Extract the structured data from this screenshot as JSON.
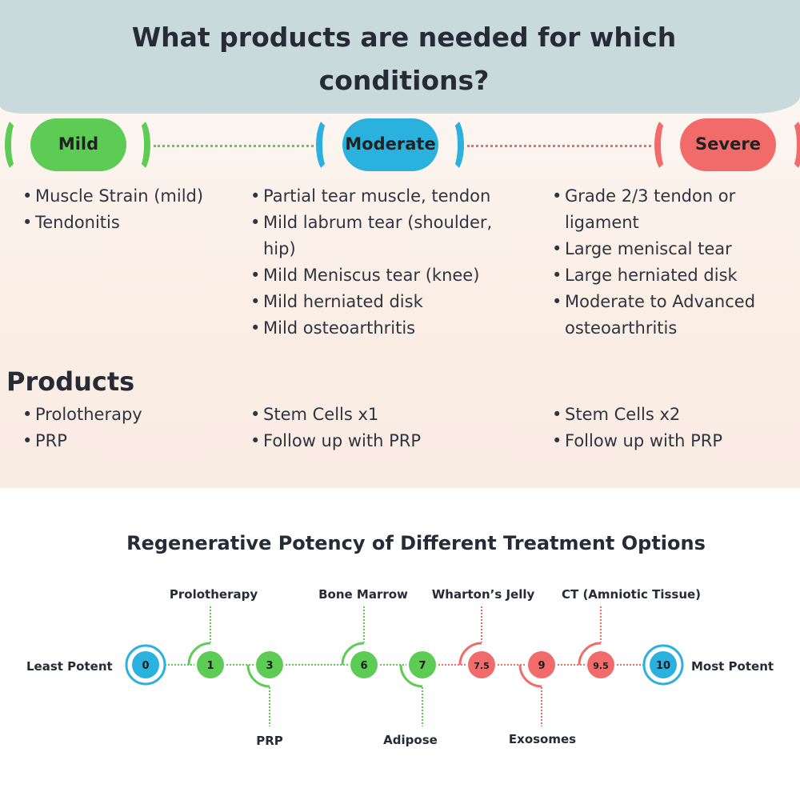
{
  "title": "What products are needed for which conditions?",
  "severity": [
    {
      "label": "Mild",
      "color": "#5ccc55"
    },
    {
      "label": "Moderate",
      "color": "#2bb1de"
    },
    {
      "label": "Severe",
      "color": "#f26b6b"
    }
  ],
  "conditions": {
    "mild": [
      "Muscle Strain (mild)",
      "Tendonitis"
    ],
    "moderate": [
      "Partial tear muscle, tendon",
      "Mild labrum tear (shoulder, hip)",
      "Mild Meniscus tear (knee)",
      "Mild herniated disk",
      "Mild osteoarthritis"
    ],
    "severe": [
      "Grade 2/3  tendon or ligament",
      "Large meniscal tear",
      "Large herniated disk",
      "Moderate to Advanced osteoarthritis"
    ]
  },
  "products_heading": "Products",
  "products": {
    "mild": [
      "Prolotherapy",
      "PRP"
    ],
    "moderate": [
      "Stem Cells x1",
      "Follow up with PRP"
    ],
    "severe": [
      "Stem Cells x2",
      "Follow up with PRP"
    ]
  },
  "potency": {
    "title": "Regenerative Potency of Different Treatment Options",
    "least_label": "Least Potent",
    "most_label": "Most Potent",
    "markers": [
      {
        "value": "0",
        "label": "",
        "color": "#2bb1de"
      },
      {
        "value": "1",
        "label": "Prolotherapy",
        "color": "#5ccc55"
      },
      {
        "value": "3",
        "label": "PRP",
        "color": "#5ccc55"
      },
      {
        "value": "6",
        "label": "Bone Marrow",
        "color": "#5ccc55"
      },
      {
        "value": "7",
        "label": "Adipose",
        "color": "#5ccc55"
      },
      {
        "value": "7.5",
        "label": "Wharton’s Jelly",
        "color": "#f26b6b"
      },
      {
        "value": "9",
        "label": "Exosomes",
        "color": "#f26b6b"
      },
      {
        "value": "9.5",
        "label": "CT (Amniotic Tissue)",
        "color": "#f26b6b"
      },
      {
        "value": "10",
        "label": "",
        "color": "#2bb1de"
      }
    ]
  }
}
